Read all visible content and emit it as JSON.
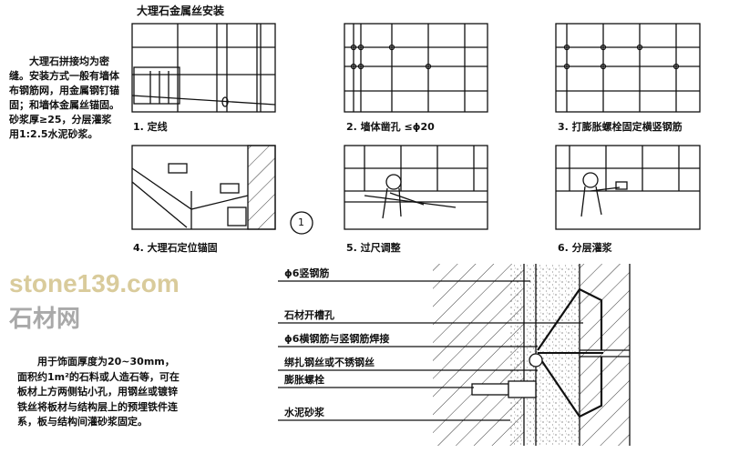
{
  "title": "大理石金属丝安装",
  "intro_note": "大理石拼接均为密缝。安装方式一般有墙体布钢筋网，用金属钢钉锚固；和墙体金属丝锚固。砂浆厚≥25，分层灌浆用1:2.5水泥砂浆。",
  "steps": [
    {
      "caption": "1. 定线"
    },
    {
      "caption": "2. 墙体凿孔  ≤ϕ20"
    },
    {
      "caption": "3. 打膨胀螺栓固定横竖钢筋"
    },
    {
      "caption": "4. 大理石定位锚固"
    },
    {
      "caption": "5. 过尺调整"
    },
    {
      "caption": "6. 分层灌浆"
    }
  ],
  "detail_marker": "1",
  "section_labels": [
    "ϕ6竖钢筋",
    "石材开槽孔",
    "ϕ6横钢筋与竖钢筋焊接",
    "绑扎钢丝或不锈钢丝",
    "膨胀螺栓",
    "水泥砂浆"
  ],
  "bottom_note": "用于饰面厚度为20~30mm，面积约1m²的石料或人造石等，可在板材上方两侧钻小孔，用钢丝或镀锌铁丝将板材与结构层上的预埋铁件连系，板与结构间灌砂浆固定。",
  "watermark": {
    "text": "stone139.com",
    "cn": "石材网"
  }
}
